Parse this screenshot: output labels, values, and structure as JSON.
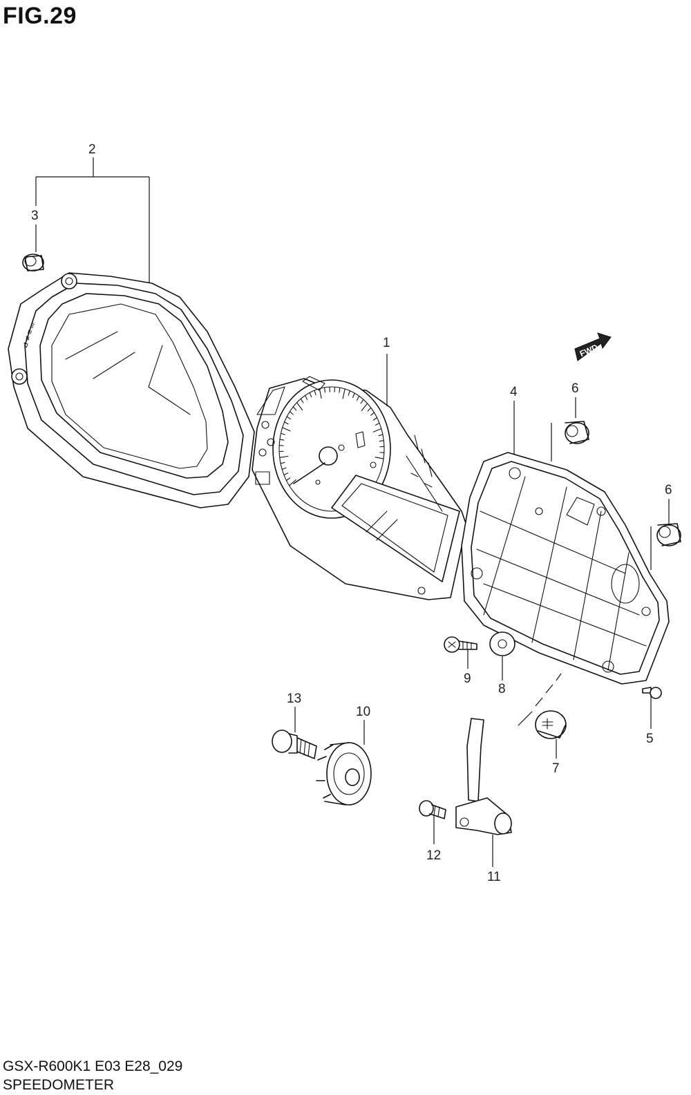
{
  "figure": {
    "title": "FIG.29",
    "model_code": "GSX-R600K1 E03 E28_029",
    "name": "SPEEDOMETER",
    "fwd_label": "FWD"
  },
  "callouts": {
    "c1": "1",
    "c2": "2",
    "c3": "3",
    "c4": "4",
    "c5": "5",
    "c6a": "6",
    "c6b": "6",
    "c7": "7",
    "c8": "8",
    "c9": "9",
    "c10": "10",
    "c11": "11",
    "c12": "12",
    "c13": "13"
  }
}
